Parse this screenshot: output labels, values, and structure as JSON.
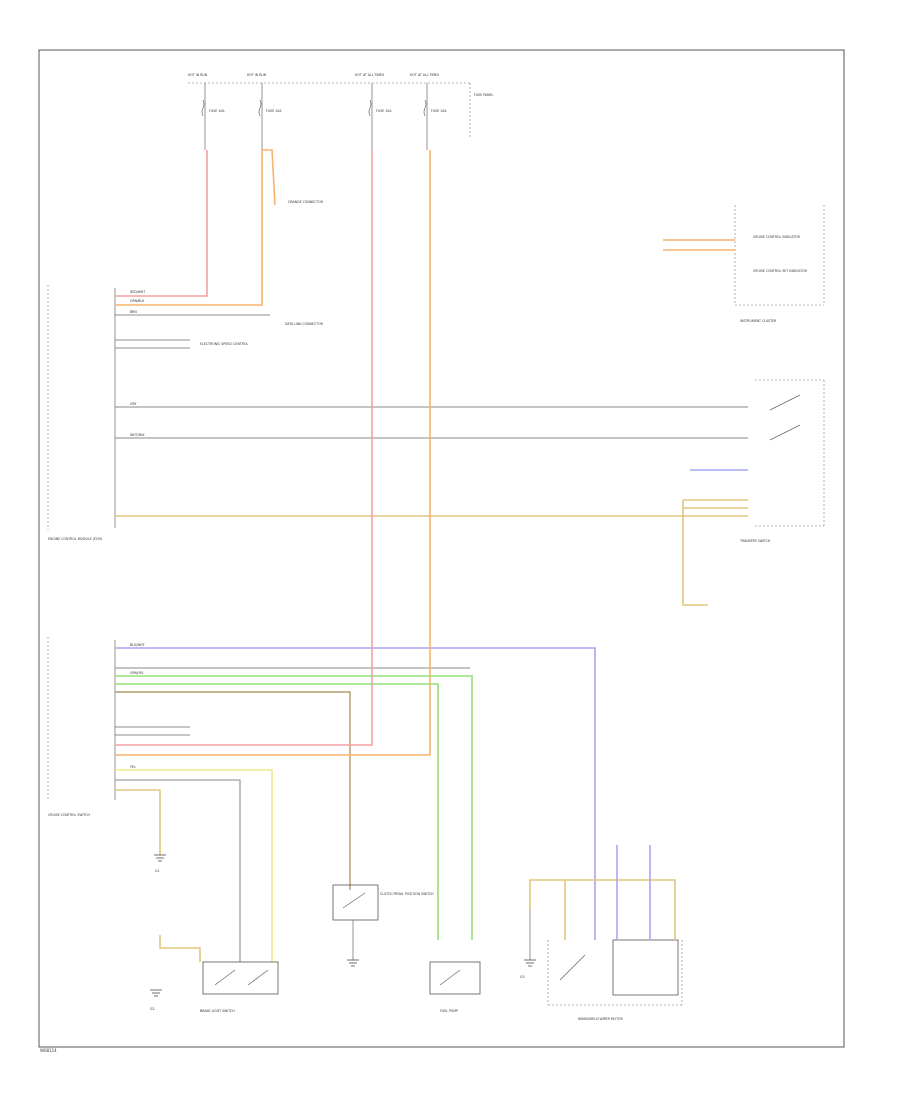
{
  "fig_id": "W08114",
  "fuses": [
    {
      "id": "fuse-1",
      "top": "HOT IN RUN",
      "rating": "FUSE 10A"
    },
    {
      "id": "fuse-2",
      "top": "HOT IN RUN",
      "rating": "FUSE 10A"
    },
    {
      "id": "fuse-3",
      "top": "HOT AT ALL TIMES",
      "rating": "FUSE 10A"
    },
    {
      "id": "fuse-4",
      "top": "HOT AT ALL TIMES",
      "rating": "FUSE 10A"
    }
  ],
  "fuse_block_label": "FUSE PANEL",
  "components": {
    "ecm": "ENGINE CONTROL MODULE (ECM)",
    "cruise_switch": "CRUISE CONTROL SWITCH",
    "instrument_cluster": "INSTRUMENT CLUSTER",
    "brake_switch": "BRAKE LIGHT SWITCH",
    "clutch_switch": "CLUTCH PEDAL POSITION SWITCH",
    "transfer_switch": "TRANSFER SWITCH",
    "fuel_pump": "FUEL PUMP",
    "wiper_motor": "WINDSHIELD WIPER MOTOR"
  },
  "grounds": [
    {
      "id": "g-left",
      "label": "G1"
    },
    {
      "id": "g-mid",
      "label": "G2"
    },
    {
      "id": "g-right",
      "label": "G3"
    }
  ],
  "cluster_items": [
    "CRUISE CONTROL INDICATOR",
    "CRUISE CONTROL SET INDICATOR"
  ],
  "wire_labels": [
    "RED/WHT",
    "ORN/BLK",
    "BRN",
    "GRN/YEL",
    "BLU/WHT",
    "GRY",
    "WHT/BLK",
    "YEL"
  ],
  "callouts": [
    "ORANGE CONNECTOR",
    "DATA LINK CONNECTOR",
    "ELECTRONIC SPEED CONTROL"
  ]
}
